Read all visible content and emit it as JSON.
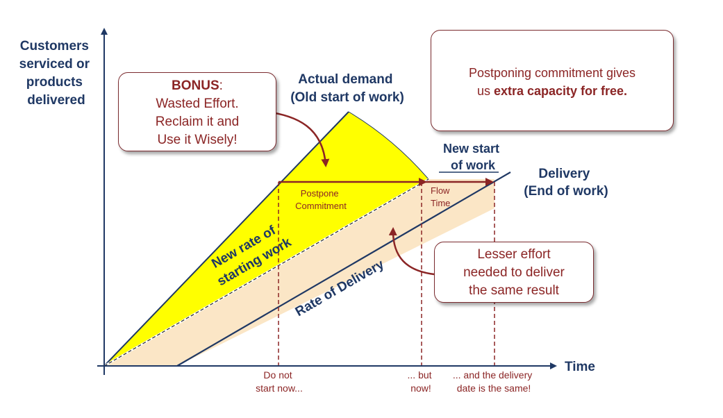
{
  "axes": {
    "y_label_lines": [
      "Customers",
      "serviced or",
      "products",
      "delivered"
    ],
    "x_label": "Time"
  },
  "labels": {
    "actual_demand": [
      "Actual demand",
      "(Old start of work)"
    ],
    "new_start": [
      "New start",
      "of work"
    ],
    "delivery": [
      "Delivery",
      "(End of work)"
    ],
    "postpone": [
      "Postpone",
      "Commitment"
    ],
    "flow_time": [
      "Flow",
      "Time"
    ],
    "new_rate": [
      "New rate of",
      "starting work"
    ],
    "rate_of_delivery": "Rate of Delivery"
  },
  "x_ticks": {
    "do_not": [
      "Do not",
      "start now..."
    ],
    "but_now": [
      "... but",
      "now!"
    ],
    "same_date": [
      "... and the delivery",
      "date is the same!"
    ]
  },
  "callouts": {
    "bonus": {
      "title": "BONUS",
      "title_suffix": ":",
      "lines": [
        "Wasted Effort.",
        "Reclaim it and",
        "Use it Wisely!"
      ]
    },
    "capacity": {
      "text_before": "Postponing commitment gives",
      "text_us": "us ",
      "text_bold": "extra capacity for free."
    },
    "lesser": {
      "lines": [
        "Lesser effort",
        "needed to deliver",
        "the same result"
      ]
    }
  },
  "colors": {
    "axis": "#1f3864",
    "label": "#1f3864",
    "accent": "#8b2525",
    "yellow": "#ffff00",
    "beige": "#fbe6c6"
  }
}
